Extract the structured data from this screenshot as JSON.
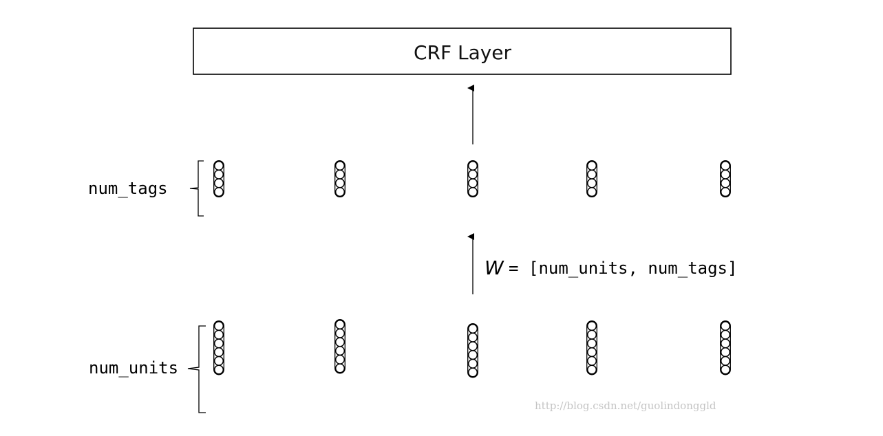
{
  "crf": {
    "label": "CRF Layer"
  },
  "labels": {
    "tags": "num_tags",
    "units": "num_units"
  },
  "weight": {
    "symbol": "W",
    "equals": "=",
    "shape": "[num_units, num_tags]"
  },
  "watermark": "http://blog.csdn.net/guolindonggld",
  "columns": 5,
  "tag_neurons": 4,
  "unit_neurons": 6
}
